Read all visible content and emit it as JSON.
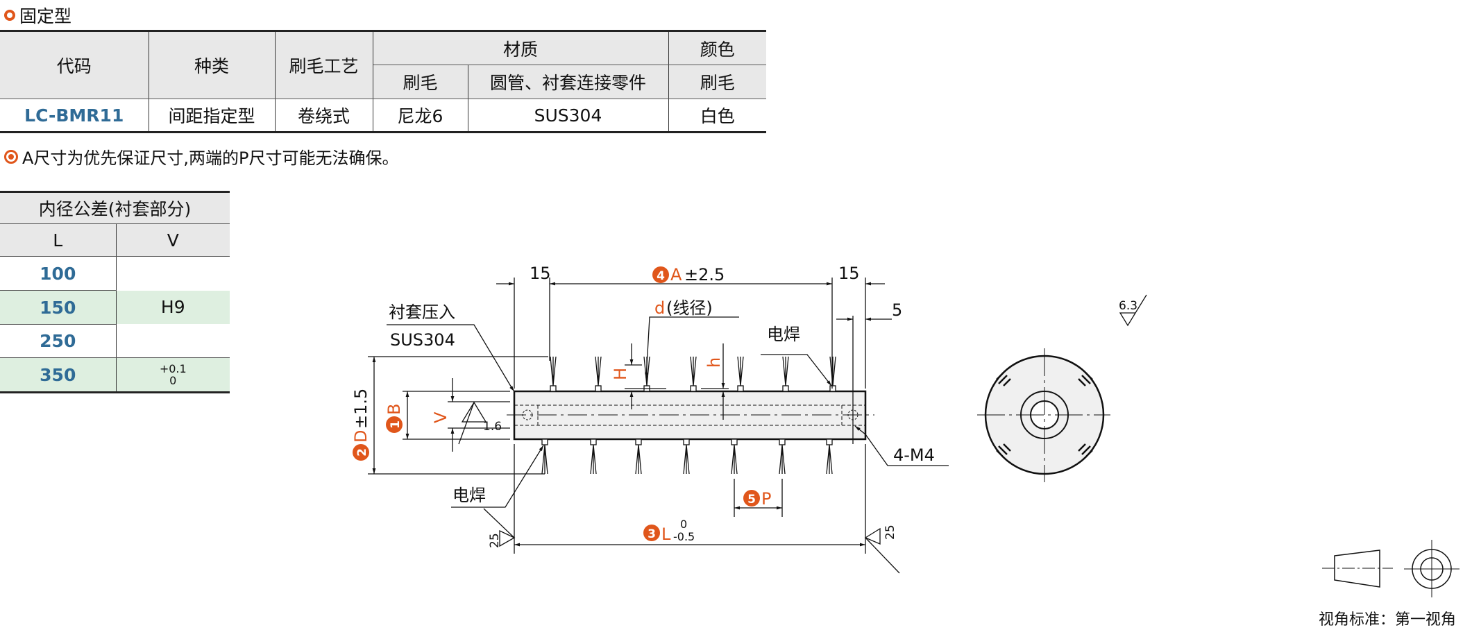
{
  "section_title": "固定型",
  "spec_table": {
    "headers": {
      "code": "代码",
      "type": "种类",
      "process": "刷毛工艺",
      "material": "材质",
      "color": "颜色",
      "mat_brush": "刷毛",
      "mat_tube": "圆管、衬套连接零件",
      "color_brush": "刷毛"
    },
    "row": {
      "code": "LC-BMR11",
      "type": "间距指定型",
      "process": "卷绕式",
      "brush": "尼龙6",
      "tube": "SUS304",
      "color": "白色"
    }
  },
  "note": "A尺寸为优先保证尺寸,两端的P尺寸可能无法确保。",
  "tolerance_table": {
    "title": "内径公差(衬套部分)",
    "col_l": "L",
    "col_v": "V",
    "rows": [
      "100",
      "150",
      "250",
      "350"
    ],
    "v_main": "H9",
    "v_last_upper": "+0.1",
    "v_last_lower": "0"
  },
  "drawing": {
    "dim_15_left": "15",
    "dim_15_right": "15",
    "dim_5": "5",
    "dim_a_num": "4",
    "dim_a_letter": "A",
    "dim_a_tol": "±2.5",
    "dim_d_line": "d",
    "dim_d_line_text": "(线径)",
    "label_bushing": "衬套压入",
    "label_bushing_mat": "SUS304",
    "label_weld_top": "电焊",
    "label_weld_bottom": "电焊",
    "label_thread": "4-M4",
    "dim_H": "H",
    "dim_h": "h",
    "dim_V": "V",
    "dim_b_num": "1",
    "dim_b_letter": "B",
    "dim_dd_num": "2",
    "dim_dd_letter": "D",
    "dim_dd_tol": "±1.5",
    "rough_16": "1.6",
    "rough_25_left": "25",
    "rough_25_right": "25",
    "rough_63": "6.3",
    "dim_p_num": "5",
    "dim_p_letter": "P",
    "dim_l_num": "3",
    "dim_l_letter": "L",
    "dim_l_upper": "0",
    "dim_l_lower": "-0.5"
  },
  "view_standard": "视角标准：第一视角",
  "colors": {
    "accent": "#e0561b",
    "code_blue": "#2f6b96",
    "green_row": "#deefe0",
    "header_gray": "#e8e8e8"
  }
}
